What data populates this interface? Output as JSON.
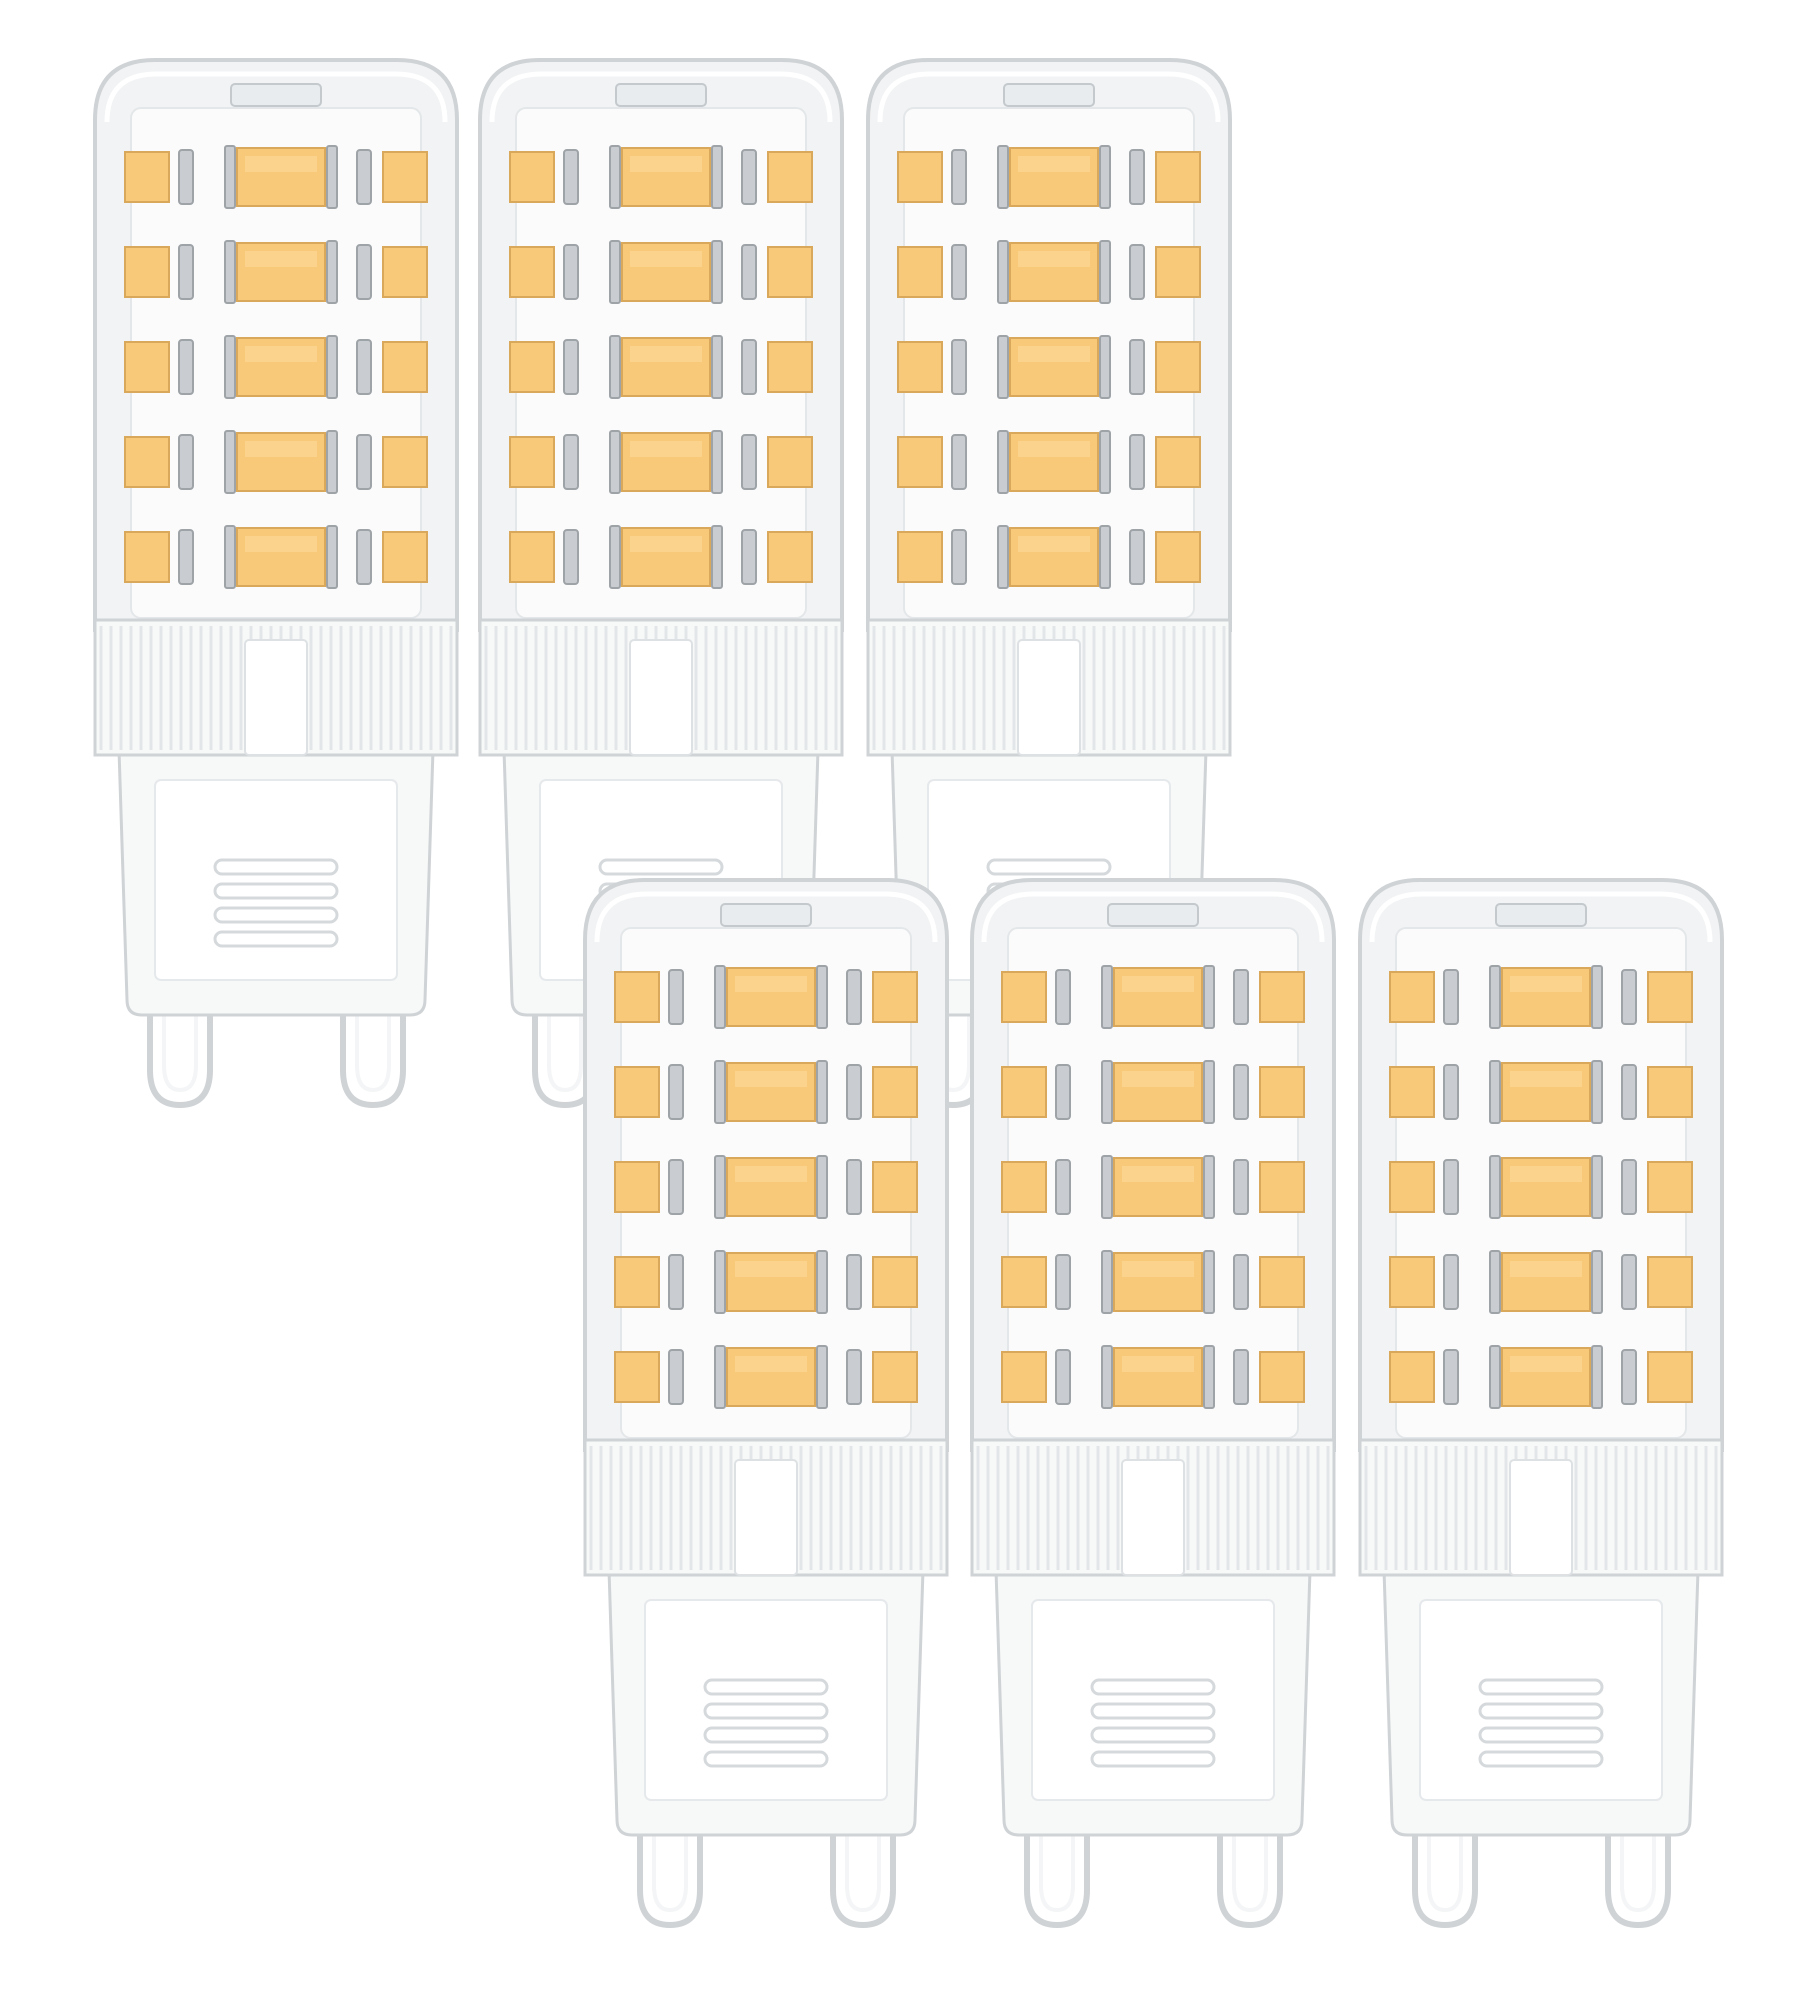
{
  "scene": {
    "background": "#ffffff",
    "subject": "g9-led-bulb",
    "bulb_count": 6,
    "leds_per_bulb_visible": 20,
    "led_rows": 5,
    "led_columns": 4
  },
  "colors": {
    "led": "#f9c97a",
    "led_highlight": "#fbd691",
    "led_outline": "#d9a85a",
    "solder_pad": "#c9ccd0",
    "solder_pad_dark": "#9ea3a8",
    "diffuser": "#f2f3f4",
    "inner_body": "#fbfbfb",
    "outline": "#cfd3d6",
    "base": "#f7f8f8",
    "base_rib": "#e3e6e8",
    "pin": "#f4f5f6"
  }
}
